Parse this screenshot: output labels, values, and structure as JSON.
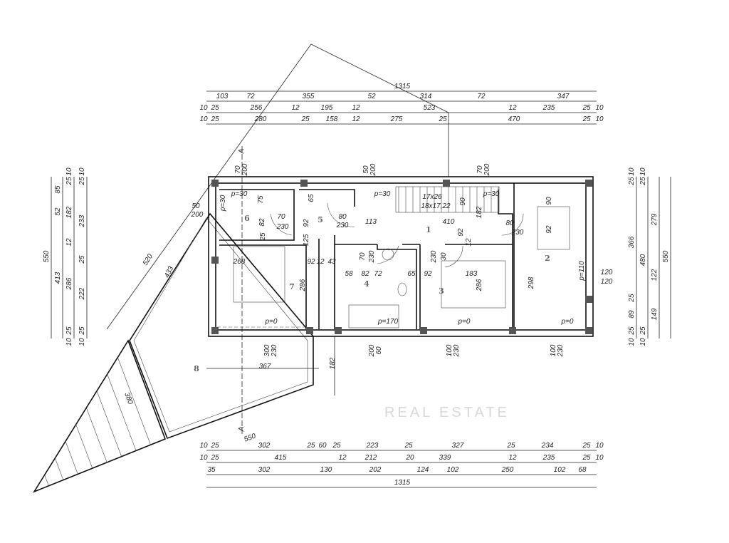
{
  "plan": {
    "dims_top": {
      "row_total": [
        "1315"
      ],
      "row_b": [
        "103",
        "72",
        "355",
        "52",
        "314",
        "72",
        "347"
      ],
      "row_c": [
        "10",
        "25",
        "256",
        "12",
        "195",
        "12",
        "523",
        "12",
        "235",
        "25",
        "10"
      ],
      "row_d": [
        "10",
        "25",
        "280",
        "25",
        "158",
        "12",
        "275",
        "25",
        "470",
        "25",
        "10"
      ]
    },
    "dims_bottom": {
      "row_e": [
        "10",
        "25",
        "302",
        "25",
        "60",
        "25",
        "223",
        "25",
        "327",
        "25",
        "234",
        "25",
        "10"
      ],
      "row_f": [
        "10",
        "25",
        "415",
        "12",
        "212",
        "20",
        "339",
        "12",
        "235",
        "25",
        "10"
      ],
      "row_g": [
        "35",
        "302",
        "130",
        "202",
        "124",
        "102",
        "250",
        "102",
        "68"
      ],
      "row_total": [
        "1315"
      ]
    },
    "dims_left": {
      "col1": [
        "550"
      ],
      "col2": [
        "85",
        "52",
        "413"
      ],
      "col3": [
        "10",
        "25",
        "182",
        "12",
        "286",
        "25",
        "10"
      ],
      "col4": [
        "10",
        "25",
        "233",
        "25",
        "222",
        "25",
        "10"
      ]
    },
    "dims_right": {
      "col1": [
        "10",
        "25",
        "366",
        "25",
        "89",
        "25",
        "10"
      ],
      "col2": [
        "10",
        "25",
        "480",
        "25",
        "10"
      ],
      "col3": [
        "279",
        "122",
        "149"
      ],
      "col4": [
        "550"
      ]
    },
    "rooms": [
      "1",
      "2",
      "3",
      "4",
      "5",
      "6",
      "7",
      "8"
    ],
    "labels": [
      "p=30",
      "p=30",
      "75",
      "65",
      "p=30",
      "17x26",
      "18x17,22",
      "90",
      "182",
      "p=30",
      "90",
      "70",
      "230",
      "82",
      "92",
      "80",
      "230",
      "113",
      "410",
      "92",
      "80",
      "230",
      "92",
      "25",
      "125",
      "12",
      "268",
      "92",
      "12",
      "43",
      "70",
      "230",
      "30",
      "230",
      "58",
      "82",
      "72",
      "65",
      "92",
      "183",
      "p=110",
      "120",
      "120",
      "286",
      "286",
      "298",
      "p=0",
      "p=170",
      "p=0",
      "p=0",
      "300",
      "230",
      "200",
      "60",
      "100",
      "230",
      "100",
      "230",
      "70",
      "200",
      "50",
      "200",
      "70",
      "200",
      "50",
      "200",
      "367",
      "182",
      "520",
      "433",
      "380",
      "550",
      "A",
      "A"
    ],
    "watermark": "REAL ESTATE"
  }
}
